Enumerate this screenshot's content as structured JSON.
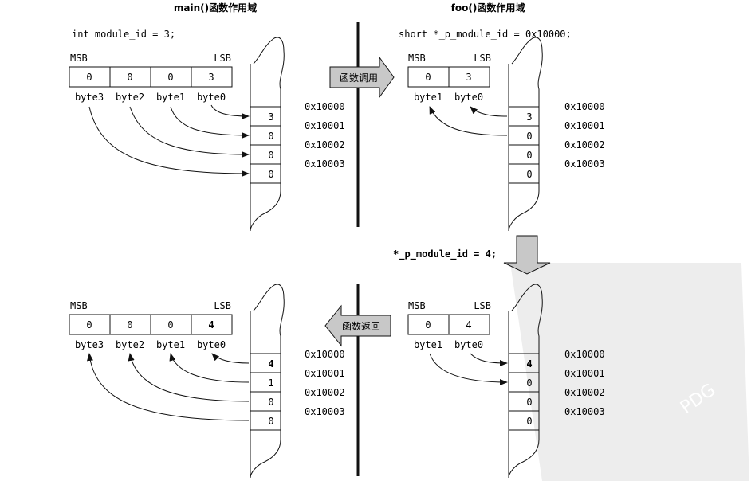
{
  "titles": {
    "main_scope": "main()函数作用域",
    "foo_scope": "foo()函数作用域"
  },
  "code": {
    "main_decl": "int module_id = 3;",
    "foo_decl": "short *_p_module_id = 0x10000;",
    "assign": "*_p_module_id = 4;"
  },
  "arrows": {
    "call": "函数调用",
    "return": "函数返回"
  },
  "labels": {
    "msb": "MSB",
    "lsb": "LSB",
    "byte_names_4": [
      "byte3",
      "byte2",
      "byte1",
      "byte0"
    ],
    "byte_names_2": [
      "byte1",
      "byte0"
    ]
  },
  "addresses": [
    "0x10000",
    "0x10001",
    "0x10002",
    "0x10003"
  ],
  "panels": {
    "top_left": {
      "register": [
        "0",
        "0",
        "0",
        "3"
      ],
      "memory": [
        "3",
        "0",
        "0",
        "0"
      ]
    },
    "top_right": {
      "register": [
        "0",
        "3"
      ],
      "memory": [
        "3",
        "0",
        "0",
        "0"
      ]
    },
    "bottom_right": {
      "register": [
        "0",
        "4"
      ],
      "memory": [
        "4",
        "0",
        "0",
        "0"
      ]
    },
    "bottom_left": {
      "register": [
        "0",
        "0",
        "0",
        "4"
      ],
      "memory": [
        "4",
        "1",
        "0",
        "0"
      ]
    }
  },
  "watermark": "PDG",
  "colors": {
    "ink": "#111111",
    "arrow_fill": "#c8c8c8",
    "watermark": "#d6d6d6"
  }
}
